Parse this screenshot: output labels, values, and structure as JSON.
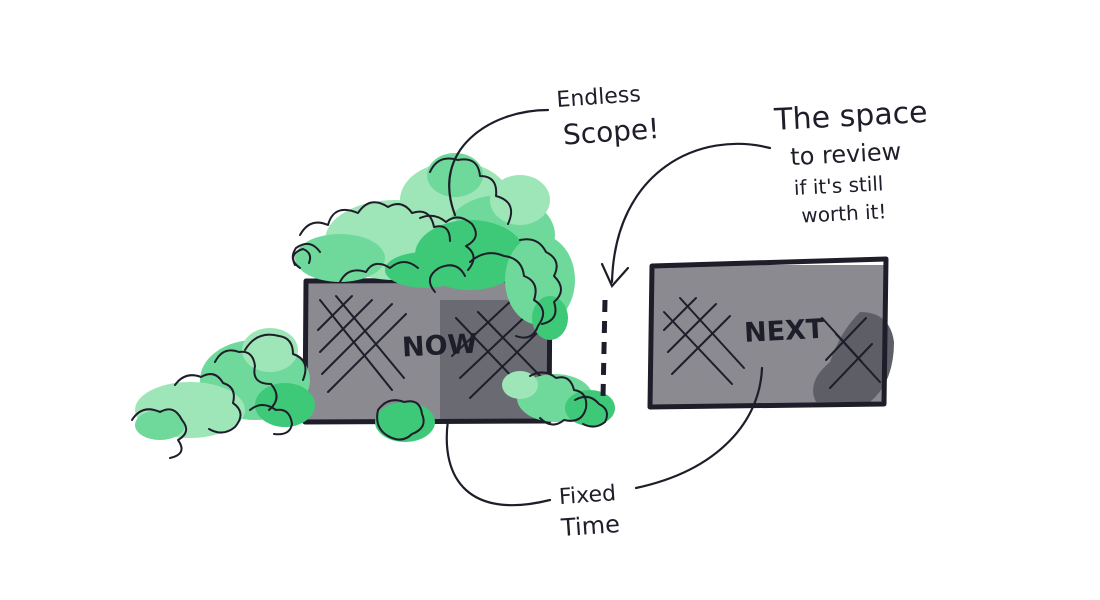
{
  "boxes": {
    "now_label": "NOW",
    "next_label": "NEXT"
  },
  "annotations": {
    "endless_scope": [
      "Endless",
      "Scope!"
    ],
    "review_space": [
      "The space",
      "to review",
      "if it's still",
      "worth it!"
    ],
    "fixed_time": [
      "Fixed",
      "Time"
    ]
  },
  "colors": {
    "ink": "#1e1e2a",
    "box_fill": "#8a8a90",
    "box_shade": "#5e5e66",
    "foliage_light": "#9ee6b7",
    "foliage_mid": "#6ed99a",
    "foliage_dark": "#3ec979",
    "background": "#ffffff"
  }
}
